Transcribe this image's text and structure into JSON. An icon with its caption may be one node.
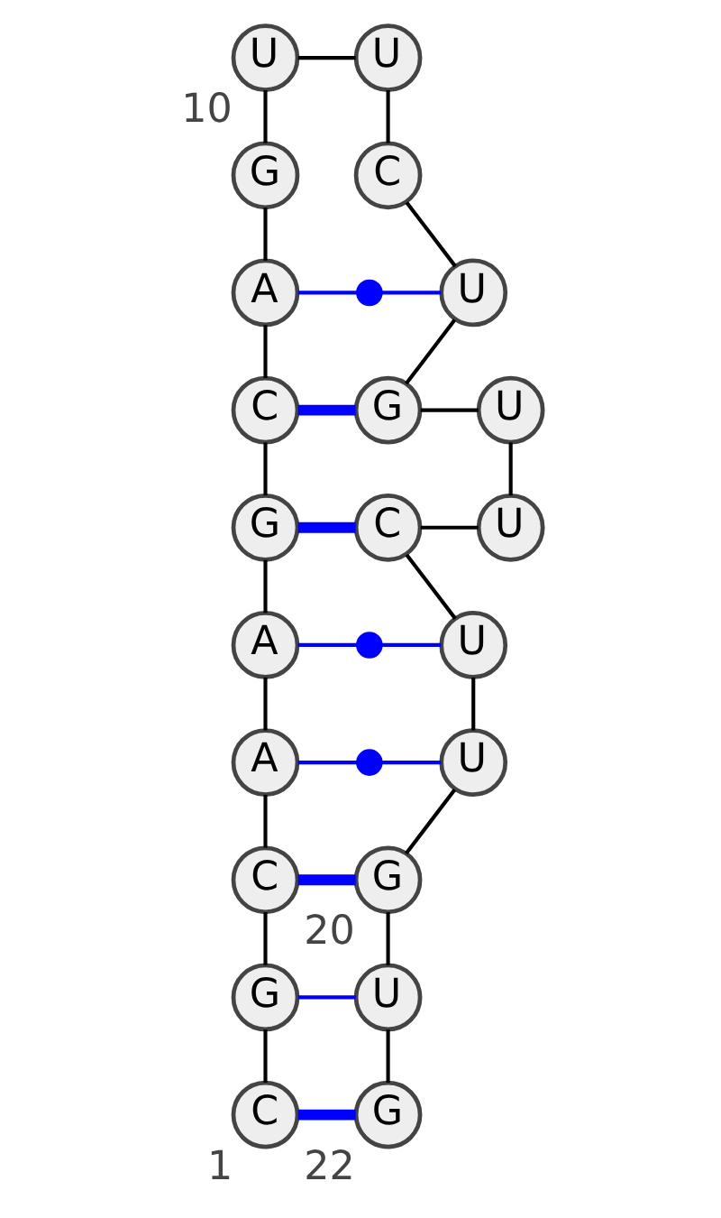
{
  "diagram": {
    "nodes": [
      {
        "text": [
          "C"
        ],
        "beside": [
          "1"
        ]
      },
      {
        "text": [
          "G"
        ]
      },
      {
        "text": [
          "C"
        ]
      },
      {
        "text": [
          "A"
        ]
      },
      {
        "text": [
          "A"
        ]
      },
      {
        "text": [
          "G"
        ]
      },
      {
        "text": [
          "C"
        ]
      },
      {
        "text": [
          "A"
        ]
      },
      {
        "text": [
          "G"
        ]
      },
      {
        "text": [
          "U"
        ],
        "beside": [
          "10"
        ]
      },
      {
        "text": [
          "U"
        ]
      },
      {
        "text": [
          "C"
        ]
      },
      {
        "text": [
          "U"
        ]
      },
      {
        "text": [
          "G"
        ]
      },
      {
        "text": [
          "U"
        ]
      },
      {
        "text": [
          "U"
        ]
      },
      {
        "text": [
          "C"
        ]
      },
      {
        "text": [
          "U"
        ]
      },
      {
        "text": [
          "U"
        ]
      },
      {
        "text": [
          "G"
        ],
        "beside": [
          "20"
        ]
      },
      {
        "text": [
          "U"
        ]
      },
      {
        "text": [
          "G"
        ],
        "beside": [
          "22"
        ]
      },
      {
        "text": [],
        "shape": "circle"
      },
      {
        "text": [],
        "shape": "circle"
      },
      {
        "text": [],
        "shape": "circle"
      }
    ],
    "edges": [
      {
        "from": 0,
        "to": 1,
        "arrow": "none"
      },
      {
        "from": 1,
        "to": 2,
        "arrow": "none"
      },
      {
        "from": 2,
        "to": 3,
        "arrow": "none"
      },
      {
        "from": 3,
        "to": 4,
        "arrow": "none"
      },
      {
        "from": 4,
        "to": 5,
        "arrow": "none"
      },
      {
        "from": 5,
        "to": 6,
        "arrow": "none"
      },
      {
        "from": 6,
        "to": 7,
        "arrow": "none"
      },
      {
        "from": 7,
        "to": 8,
        "arrow": "none"
      },
      {
        "from": 8,
        "to": 9,
        "arrow": "none"
      },
      {
        "from": 9,
        "to": 10,
        "arrow": "none"
      },
      {
        "from": 10,
        "to": 11,
        "arrow": "none"
      },
      {
        "from": 11,
        "to": 12,
        "arrow": "none"
      },
      {
        "from": 12,
        "to": 13,
        "arrow": "none"
      },
      {
        "from": 13,
        "to": 14,
        "arrow": "none"
      },
      {
        "from": 14,
        "to": 15,
        "arrow": "none"
      },
      {
        "from": 15,
        "to": 16,
        "arrow": "none"
      },
      {
        "from": 16,
        "to": 17,
        "arrow": "none"
      },
      {
        "from": 17,
        "to": 18,
        "arrow": "none"
      },
      {
        "from": 18,
        "to": 19,
        "arrow": "none"
      },
      {
        "from": 19,
        "to": 20,
        "arrow": "none"
      },
      {
        "from": 20,
        "to": 21,
        "arrow": "none"
      },
      {
        "from": 0,
        "to": 21,
        "arrow": "none",
        "style": "thick",
        "color": "#0000ff"
      },
      {
        "from": 1,
        "to": 20,
        "arrow": "none",
        "color": "#0000ff"
      },
      {
        "from": 2,
        "to": 19,
        "arrow": "none",
        "style": "thick",
        "color": "#0000ff"
      },
      {
        "from": 3,
        "to": 24,
        "arrow": "none",
        "color": "#0000ff"
      },
      {
        "from": 24,
        "to": 18,
        "arrow": "none",
        "color": "#0000ff"
      },
      {
        "from": 4,
        "to": 23,
        "arrow": "none",
        "color": "#0000ff"
      },
      {
        "from": 23,
        "to": 17,
        "arrow": "none",
        "color": "#0000ff"
      },
      {
        "from": 5,
        "to": 16,
        "arrow": "none",
        "style": "thick",
        "color": "#0000ff"
      },
      {
        "from": 6,
        "to": 13,
        "arrow": "none",
        "style": "thick",
        "color": "#0000ff"
      },
      {
        "from": 7,
        "to": 22,
        "arrow": "none",
        "color": "#0000ff"
      },
      {
        "from": 22,
        "to": 12,
        "arrow": "none",
        "color": "#0000ff"
      }
    ]
  }
}
